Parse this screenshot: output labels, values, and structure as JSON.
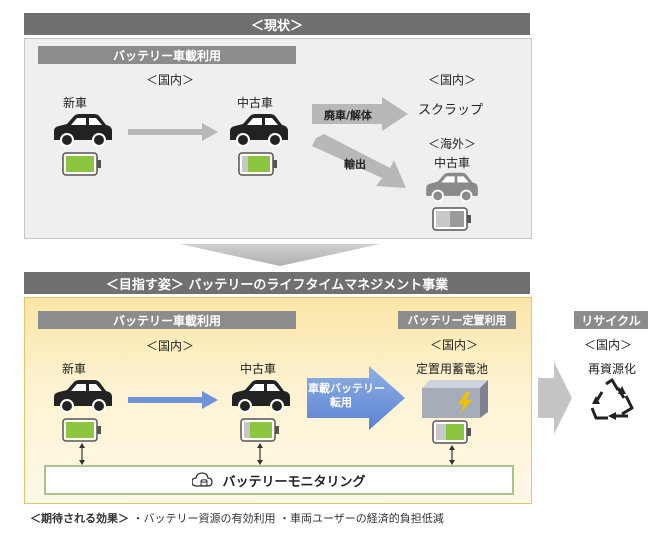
{
  "current": {
    "header": "＜現状＞",
    "vehicle_use_label": "バッテリー車載利用",
    "domestic_left": "＜国内＞",
    "new_car": "新車",
    "used_car": "中古車",
    "domestic_right": "＜国内＞",
    "scrap": "スクラップ",
    "overseas": "＜海外＞",
    "used_car_overseas": "中古車",
    "arrow_dismantle": "廃車/解体",
    "arrow_export": "輸出"
  },
  "target": {
    "header": "＜目指す姿＞ バッテリーのライフタイムマネジメント事業",
    "vehicle_use_label": "バッテリー車載利用",
    "stationary_use_label": "バッテリー定置利用",
    "domestic_left": "＜国内＞",
    "domestic_stationary": "＜国内＞",
    "new_car": "新車",
    "used_car": "中古車",
    "storage_battery": "定置用蓄電池",
    "arrow_reuse_line1": "車載バッテリー",
    "arrow_reuse_line2": "転用",
    "monitoring": "バッテリーモニタリング"
  },
  "recycle": {
    "label": "リサイクル",
    "domestic": "＜国内＞",
    "resource": "再資源化"
  },
  "effects": {
    "title": "＜期待される効果＞",
    "items": "・バッテリー資源の有効利用 ・車両ユーザーの経済的負担低減"
  },
  "colors": {
    "header_bg": "#707070",
    "label_bg": "#8c8c8c",
    "battery_green": "#8cc63f",
    "battery_gray": "#c8c8c8",
    "arrow_blue": "#6f93d8",
    "arrow_gray": "#b8b8b8"
  }
}
